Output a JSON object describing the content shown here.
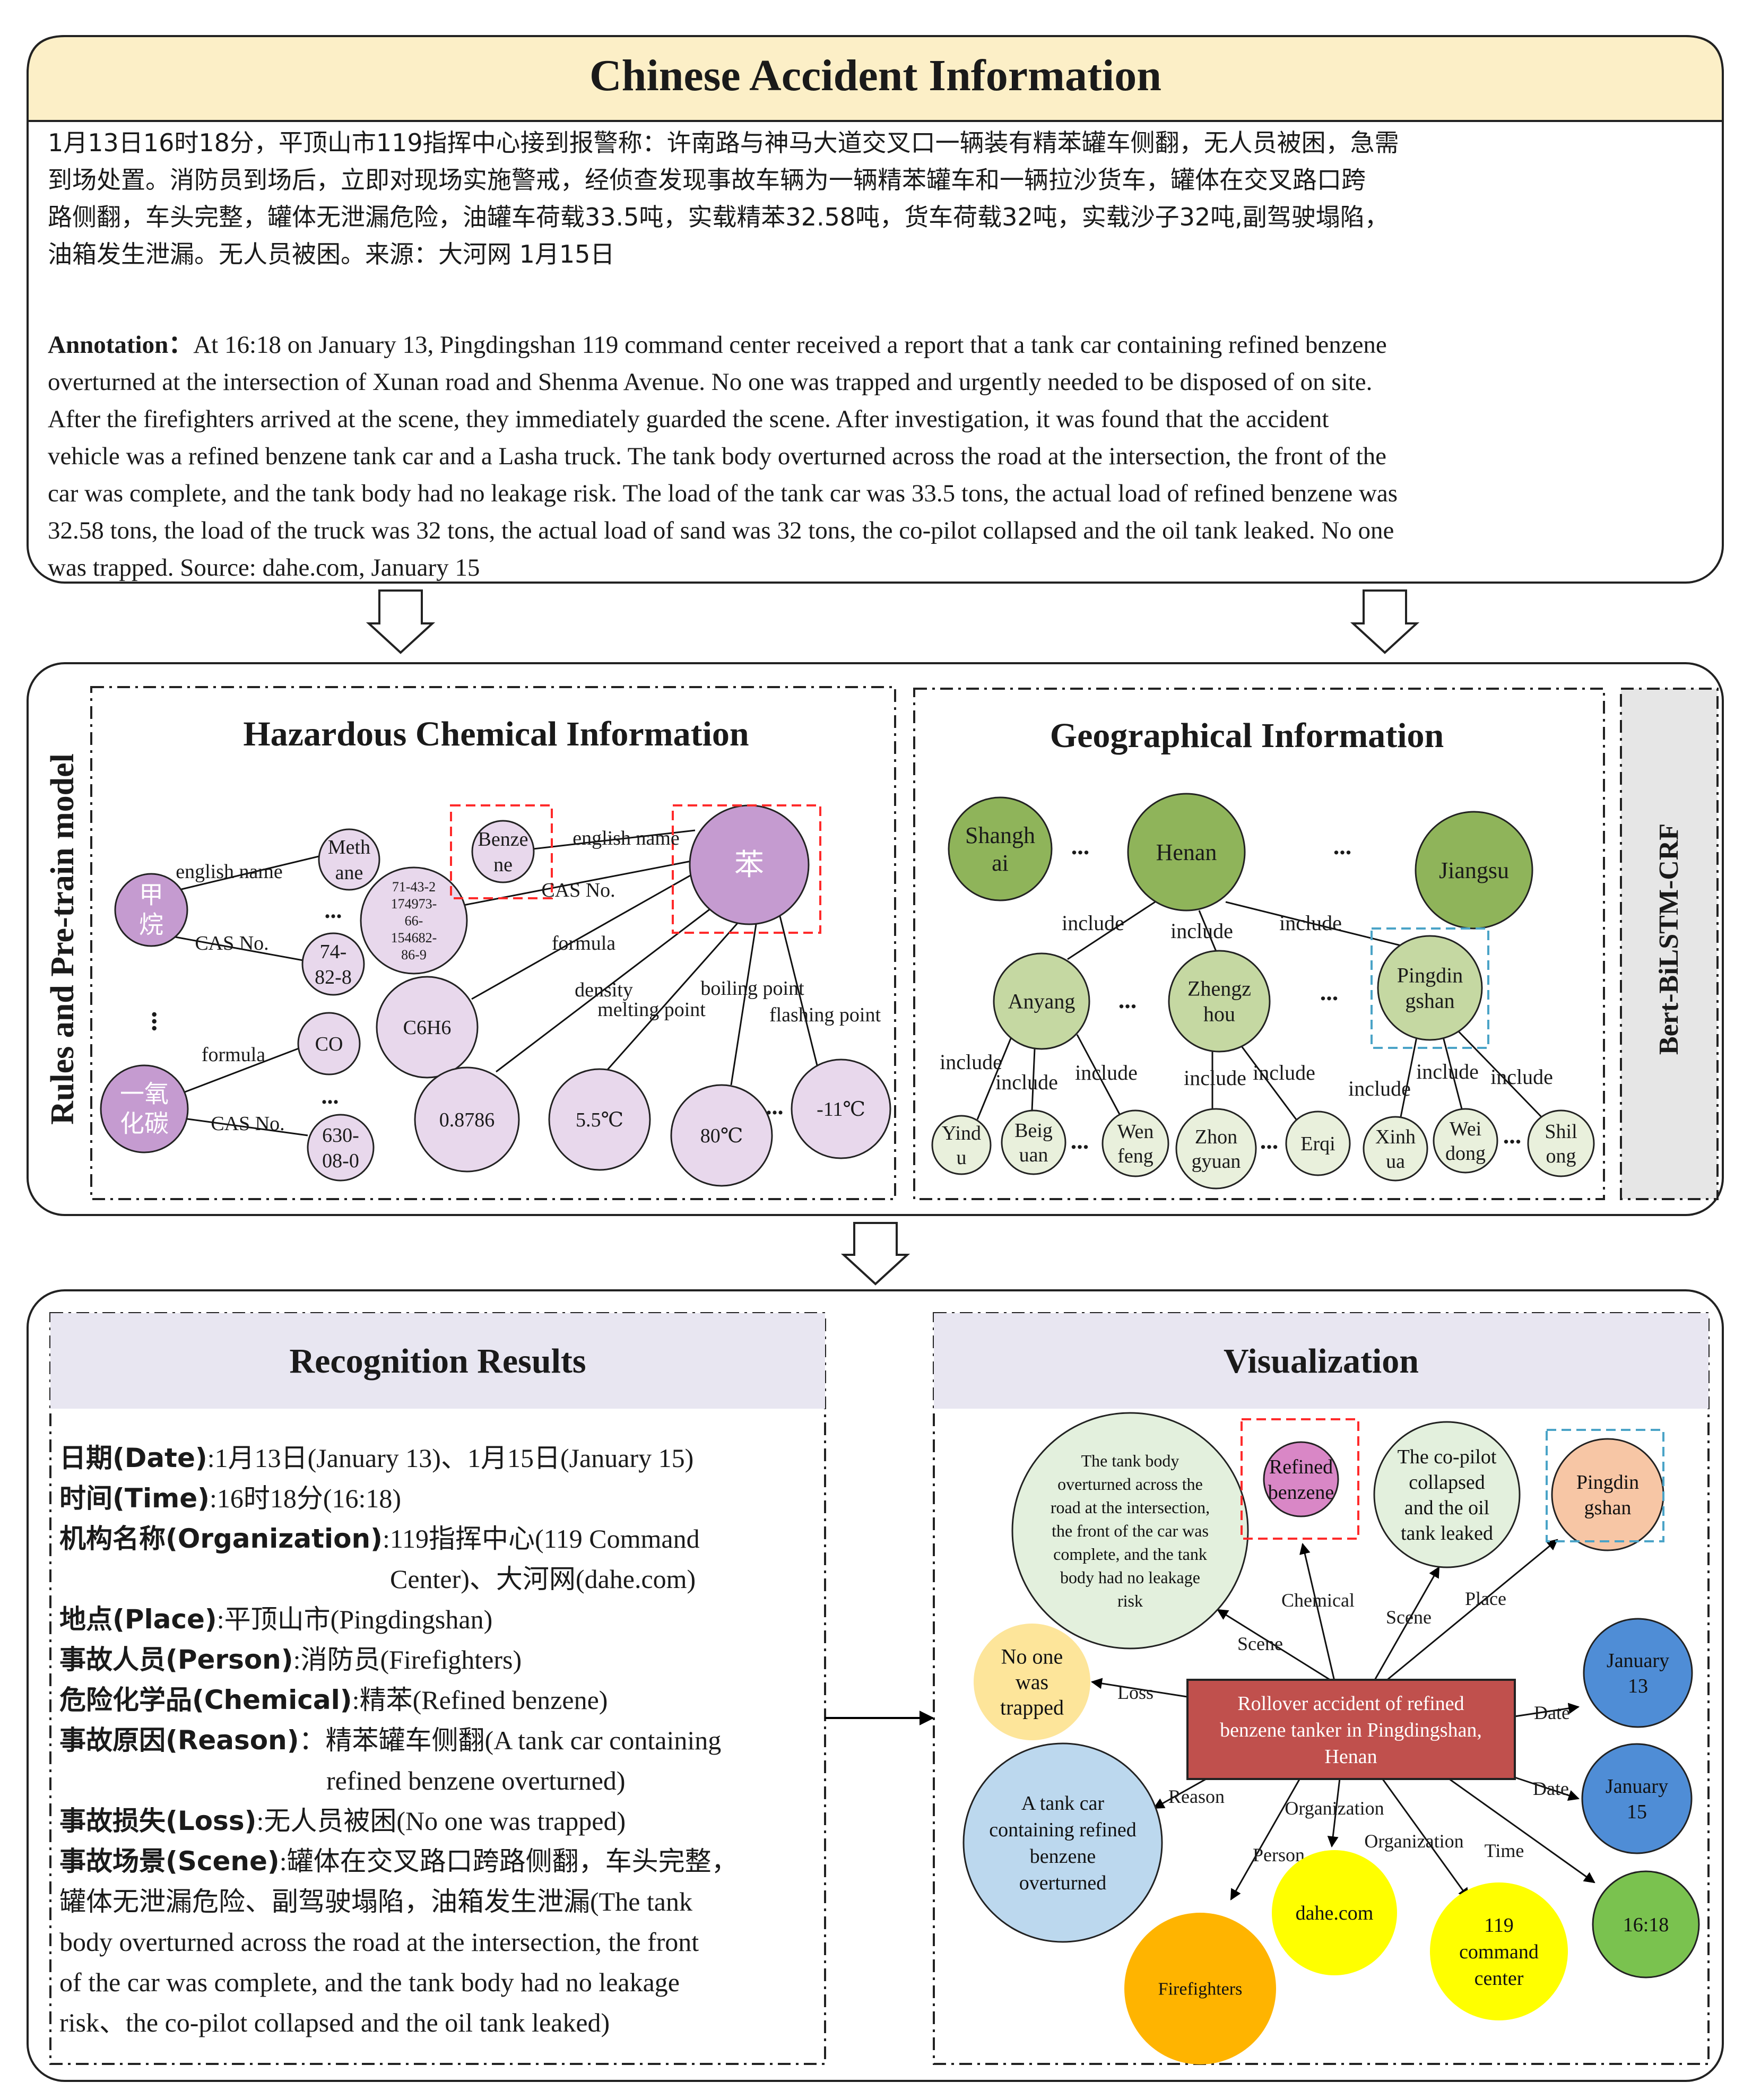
{
  "top": {
    "title": "Chinese Accident Information",
    "chinese_lines": [
      "1月13日16时18分，平顶山市119指挥中心接到报警称：许南路与神马大道交叉口一辆装有精苯罐车侧翻，无人员被困，急需",
      "到场处置。消防员到场后，立即对现场实施警戒，经侦查发现事故车辆为一辆精苯罐车和一辆拉沙货车，罐体在交叉路口跨",
      "路侧翻，车头完整，罐体无泄漏危险，油罐车荷载33.5吨，实载精苯32.58吨，货车荷载32吨，实载沙子32吨,副驾驶塌陷，",
      "油箱发生泄漏。无人员被困。来源：大河网 1月15日"
    ],
    "annotation_label": "Annotation：",
    "annotation_lines": [
      "At 16:18 on January 13, Pingdingshan 119 command center received a report that a tank car containing refined benzene",
      "overturned at the intersection of Xunan road and Shenma Avenue. No one was trapped and urgently needed to be disposed of on site.",
      "After the firefighters arrived at the scene, they immediately guarded the scene. After investigation, it was found that the accident",
      "vehicle was a refined benzene tank car and a Lasha truck. The tank body overturned across the road at the intersection, the front of the",
      "car was complete, and the tank body had no leakage risk. The load of the tank car was 33.5 tons, the actual load of refined benzene was",
      "32.58 tons, the load of the truck was 32 tons, the actual load of sand was 32 tons, the co-pilot collapsed and the oil tank leaked. No one",
      "was trapped. Source: dahe.com, January 15"
    ]
  },
  "middle": {
    "side_label": "Rules and Pre-train model",
    "model_label": "Bert-BiLSTM-CRF",
    "chem": {
      "title": "Hazardous Chemical Information",
      "nodes": {
        "jiawan": [
          "甲",
          "烷"
        ],
        "methane": [
          "Meth",
          "ane"
        ],
        "benzene": [
          "Benze",
          "ne"
        ],
        "ben": [
          "苯"
        ],
        "cas_group": [
          "71-43-2",
          "174973-",
          "66-",
          "154682-",
          "86-9"
        ],
        "cas_7482": [
          "74-",
          "82-8"
        ],
        "co_cn": [
          "一氧",
          "化碳"
        ],
        "co": [
          "CO"
        ],
        "cas_630": [
          "630-",
          "08-0"
        ],
        "c6h6": [
          "C6H6"
        ],
        "density": [
          "0.8786"
        ],
        "melting": [
          "5.5℃"
        ],
        "boiling": [
          "80℃"
        ],
        "flash": [
          "-11℃"
        ]
      },
      "edge_labels": {
        "english_name_1": "english name",
        "cas_no_1": "CAS No.",
        "english_name_2": "english name",
        "cas_no_2": "CAS No.",
        "formula_1": "formula",
        "density": "density",
        "melting_point": "melting point",
        "boiling_point": "boiling point",
        "flashing_point": "flashing point",
        "formula_2": "formula",
        "cas_no_3": "CAS No."
      },
      "ellipses": {
        "e1": "...",
        "e2": "...",
        "e3": "...",
        "e4": "..."
      }
    },
    "geo": {
      "title": "Geographical Information",
      "provinces": {
        "shanghai": [
          "Shangh",
          "ai"
        ],
        "henan": [
          "Henan"
        ],
        "jiangsu": [
          "Jiangsu"
        ]
      },
      "cities": {
        "anyang": [
          "Anyang"
        ],
        "zhengzhou": [
          "Zhengz",
          "hou"
        ],
        "pingdingshan": [
          "Pingdin",
          "gshan"
        ]
      },
      "districts": {
        "yindu": [
          "Yind",
          "u"
        ],
        "beiguan": [
          "Beig",
          "uan"
        ],
        "wenfeng": [
          "Wen",
          "feng"
        ],
        "zhongyuan": [
          "Zhon",
          "gyuan"
        ],
        "erqi": [
          "Erqi"
        ],
        "xinhua": [
          "Xinh",
          "ua"
        ],
        "weidong": [
          "Wei",
          "dong"
        ],
        "shilong": [
          "Shil",
          "ong"
        ]
      },
      "include": "include",
      "ellipsis": "..."
    }
  },
  "bottom": {
    "recognition": {
      "title": "Recognition Results",
      "items": [
        {
          "label": "日期(Date)",
          "lines": [
            ":1月13日(January 13)、1月15日(January 15)"
          ]
        },
        {
          "label": "时间(Time)",
          "lines": [
            ":16时18分(16:18)"
          ]
        },
        {
          "label": "机构名称(Organization)",
          "lines": [
            ":119指挥中心(119 Command",
            "Center)、大河网(dahe.com)"
          ]
        },
        {
          "label": "地点(Place)",
          "lines": [
            ":平顶山市(Pingdingshan)"
          ]
        },
        {
          "label": "事故人员(Person)",
          "lines": [
            ":消防员(Firefighters)"
          ]
        },
        {
          "label": "危险化学品(Chemical)",
          "lines": [
            ":精苯(Refined benzene)"
          ]
        },
        {
          "label": "事故原因(Reason)",
          "lines": [
            "：精苯罐车侧翻(A tank car containing",
            "refined benzene overturned)"
          ]
        },
        {
          "label": "事故损失(Loss)",
          "lines": [
            ":无人员被困(No one was trapped)"
          ]
        },
        {
          "label": "事故场景(Scene)",
          "lines": [
            ":罐体在交叉路口跨路侧翻，车头完整，",
            "罐体无泄漏危险、副驾驶塌陷，油箱发生泄漏(The tank",
            "body overturned across the road at the intersection, the front",
            "of the car was complete, and the tank body had no leakage",
            "risk、the co-pilot collapsed and the oil tank leaked)"
          ]
        }
      ]
    },
    "visualization": {
      "title": "Visualization",
      "center": [
        "Rollover accident of refined",
        "benzene tanker in Pingdingshan,",
        "Henan"
      ],
      "nodes": {
        "scene1": [
          "The tank body",
          "overturned across the",
          "road at the intersection,",
          "the front of the car was",
          "complete, and the tank",
          "body had no leakage",
          "risk"
        ],
        "chem": [
          "Refined",
          "benzene"
        ],
        "scene2": [
          "The co-pilot",
          "collapsed",
          "and the oil",
          "tank leaked"
        ],
        "place": [
          "Pingdin",
          "gshan"
        ],
        "loss": [
          "No one",
          "was",
          "trapped"
        ],
        "date1": [
          "January",
          "13"
        ],
        "date2": [
          "January",
          "15"
        ],
        "reason": [
          "A tank car",
          "containing refined",
          "benzene",
          "overturned"
        ],
        "time": [
          "16:18"
        ],
        "org1": [
          "dahe.com"
        ],
        "org2": [
          "119",
          "command",
          "center"
        ],
        "person": [
          "Firefighters"
        ]
      },
      "edge_labels": {
        "scene1": "Scene",
        "chem": "Chemical",
        "scene2": "Scene",
        "place": "Place",
        "loss": "Loss",
        "date1": "Date",
        "date2": "Date",
        "reason": "Reason",
        "org1": "Organization",
        "org2": "Organization",
        "time": "Time",
        "person": "Person"
      }
    }
  },
  "colors": {
    "title_band": "#fcefc7",
    "chem_dark": "#c59bd0",
    "chem_light": "#e8d8ec",
    "chem_mid": "#d8bfe0",
    "geo_dark": "#8fb45a",
    "geo_mid": "#c5d8a2",
    "geo_light": "#e9f0dc",
    "header_band": "#e8e6f1",
    "model_band": "#e6e6e6",
    "red_dash": "#ff2a2a",
    "blue_dash": "#4aa3c7",
    "center_fill": "#c0504d",
    "scene_fill": "#e3f0dd",
    "chem_fill": "#d987c6",
    "place_fill": "#f7c6a5",
    "loss_fill": "#fde59a",
    "date_fill": "#4f8dd6",
    "reason_fill": "#bcd8ee",
    "time_fill": "#7ac24f",
    "org_fill": "#ffff00",
    "person_fill": "#ffb400"
  }
}
